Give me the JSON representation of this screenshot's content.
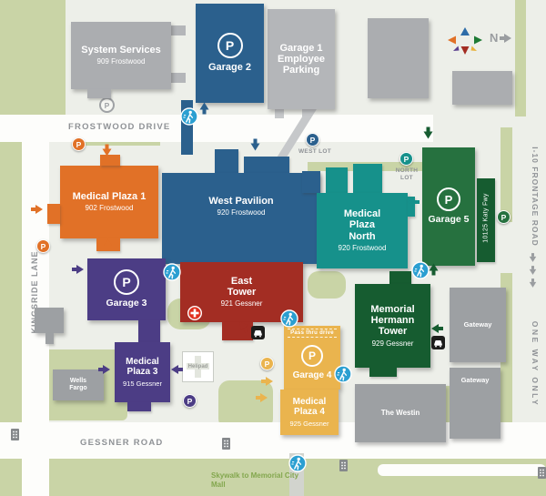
{
  "map": {
    "parking_letter": "P",
    "compass": {
      "north_label": "N"
    },
    "roads": {
      "frostwood": "FROSTWOOD DRIVE",
      "gessner": "GESSNER ROAD",
      "kingsride": "KINGSRIDE LANE",
      "frontage": "I-10 FRONTAGE ROAD",
      "one_way": "ONE WAY ONLY"
    },
    "lots": {
      "west": "WEST LOT",
      "north": "NORTH LOT"
    },
    "buildings": {
      "system_services": {
        "name": "System Services",
        "address": "909 Frostwood"
      },
      "garage2": {
        "name": "Garage 2"
      },
      "garage1": {
        "name": "Garage 1 Employee Parking"
      },
      "medical_plaza1": {
        "name": "Medical Plaza 1",
        "address": "902 Frostwood"
      },
      "west_pavilion": {
        "name": "West Pavilion",
        "address": "920 Frostwood"
      },
      "medical_plaza_north": {
        "name": "Medical Plaza North",
        "address": "920 Frostwood"
      },
      "garage5": {
        "name": "Garage 5",
        "address_vertical": "10125 Katy Fwy"
      },
      "east_tower": {
        "name": "East Tower",
        "address": "921 Gessner"
      },
      "garage3": {
        "name": "Garage 3"
      },
      "medical_plaza3": {
        "name": "Medical Plaza 3",
        "address": "915 Gessner"
      },
      "memorial_hermann_tower": {
        "name": "Memorial Hermann Tower",
        "address": "929 Gessner"
      },
      "garage4": {
        "name": "Garage 4",
        "pass_thru_label": "Pass thru drive"
      },
      "medical_plaza4": {
        "name": "Medical Plaza 4",
        "address": "925 Gessner"
      },
      "helipad": {
        "name": "Helipad"
      },
      "wells_fargo": {
        "name": "Wells Fargo"
      },
      "the_westin": {
        "name": "The Westin"
      },
      "gateway_north": {
        "name": "Gateway"
      },
      "gateway_south": {
        "name": "Gateway"
      }
    },
    "annotations": {
      "skywalk": "Skywalk to Memorial City Mall"
    },
    "colors": {
      "campus_blue": "#2b608d",
      "plaza_orange": "#e17127",
      "plaza_teal": "#16918b",
      "garage5_green": "#26713f",
      "tower_green": "#165c30",
      "east_tower_red": "#a32d23",
      "garage3_purple": "#4c3d85",
      "garage4_amber": "#eab44e",
      "gray_building": "#abadb0",
      "pedestrian_blue": "#2b9fd1",
      "emergency_red": "#e0301e",
      "landscape_green": "#c9d4a6",
      "background": "#edefe9",
      "road_label_gray": "#8f9296",
      "skywalk_green": "#83a74e"
    }
  }
}
